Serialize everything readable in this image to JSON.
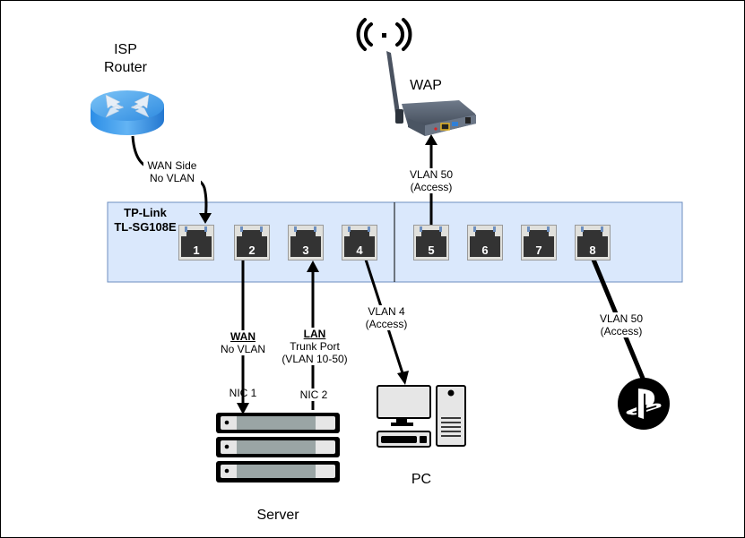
{
  "diagram": {
    "nodes": {
      "isp_router": {
        "label_line1": "ISP",
        "label_line2": "Router"
      },
      "wap": {
        "label": "WAP"
      },
      "switch": {
        "label_line1": "TP-Link",
        "label_line2": "TL-SG108E"
      },
      "server": {
        "label": "Server"
      },
      "pc": {
        "label": "PC"
      },
      "playstation": {
        "label": ""
      }
    },
    "ports": [
      "1",
      "2",
      "3",
      "4",
      "5",
      "6",
      "7",
      "8"
    ],
    "links": {
      "router_to_port1": {
        "line1": "WAN Side",
        "line2": "No VLAN"
      },
      "port5_to_wap": {
        "line1": "VLAN 50",
        "line2": "(Access)"
      },
      "port2_to_server": {
        "title": "WAN",
        "line1": "No VLAN",
        "nic": "NIC 1"
      },
      "server_to_port3": {
        "title": "LAN",
        "line1": "Trunk Port",
        "line2": "(VLAN 10-50)",
        "nic": "NIC 2"
      },
      "port4_to_pc": {
        "line1": "VLAN 4",
        "line2": "(Access)"
      },
      "port8_to_ps": {
        "line1": "VLAN 50",
        "line2": "(Access)"
      }
    },
    "colors": {
      "switch_fill": "#dae8fc",
      "switch_border": "#6c8ebf",
      "port_body": "#333333",
      "port_frame": "#e0e0e0",
      "port_led": "#6c8ebf",
      "router_blue": "#3d9be9",
      "server_bar": "#9aa5a5"
    }
  }
}
